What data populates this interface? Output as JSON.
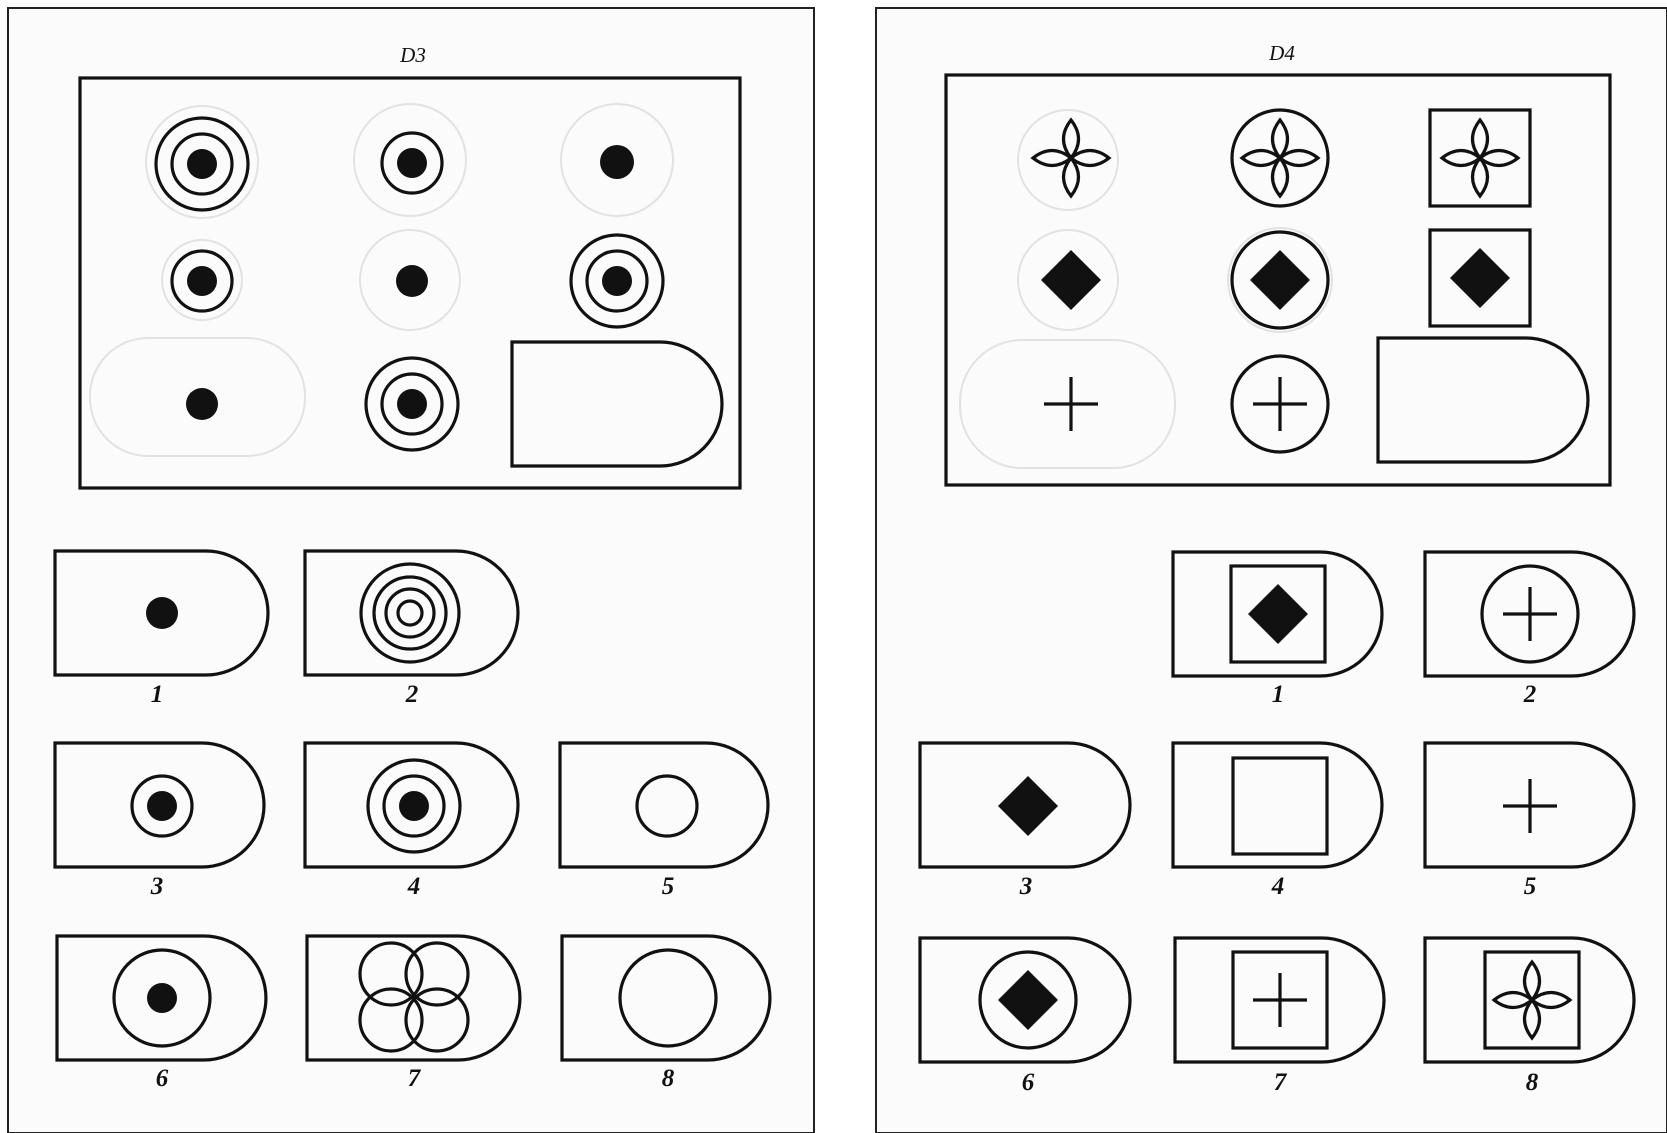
{
  "panels": [
    {
      "title": "D3",
      "option_labels": [
        "1",
        "2",
        "3",
        "4",
        "5",
        "6",
        "7",
        "8"
      ]
    },
    {
      "title": "D4",
      "option_labels": [
        "1",
        "2",
        "3",
        "4",
        "5",
        "6",
        "7",
        "8"
      ]
    }
  ],
  "ink_color": "#111111",
  "paper_color": "#fbfbfb"
}
